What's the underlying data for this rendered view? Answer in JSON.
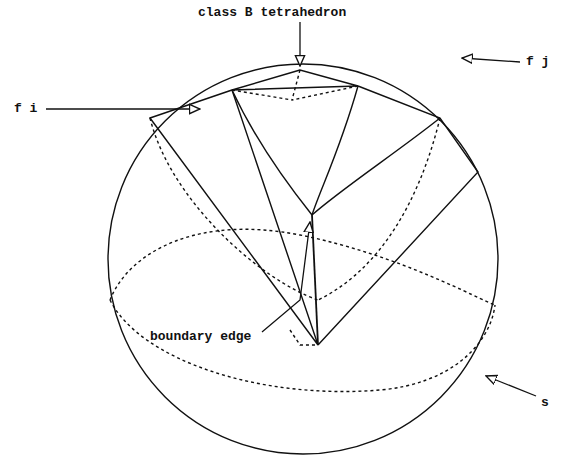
{
  "diagram": {
    "labels": [
      "class B tetrahedron",
      "f i",
      "f j",
      "boundary edge",
      "s"
    ]
  }
}
